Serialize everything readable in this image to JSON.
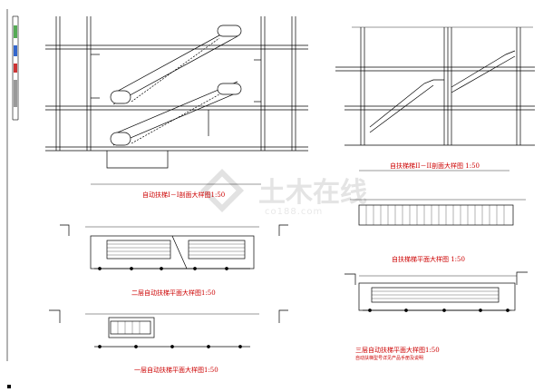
{
  "drawing": {
    "watermark": {
      "cn": "土木在线",
      "en": "co188.com"
    },
    "labels": {
      "section_1": "自动扶梯I－I剖面大样图1:50",
      "section_2": "自扶梯梯II－II剖面大样图 1:50",
      "plan_2f": "二层自动扶梯平面大样图1:50",
      "plan_1f": "一层自动扶梯平面大样图1:50",
      "plan_stair": "自扶梯梯平面大样图 1:50",
      "plan_3f": "三层自动扶梯平面大样图1:50",
      "note_3f": "自动扶梯型号详见产品手册及说明"
    }
  }
}
